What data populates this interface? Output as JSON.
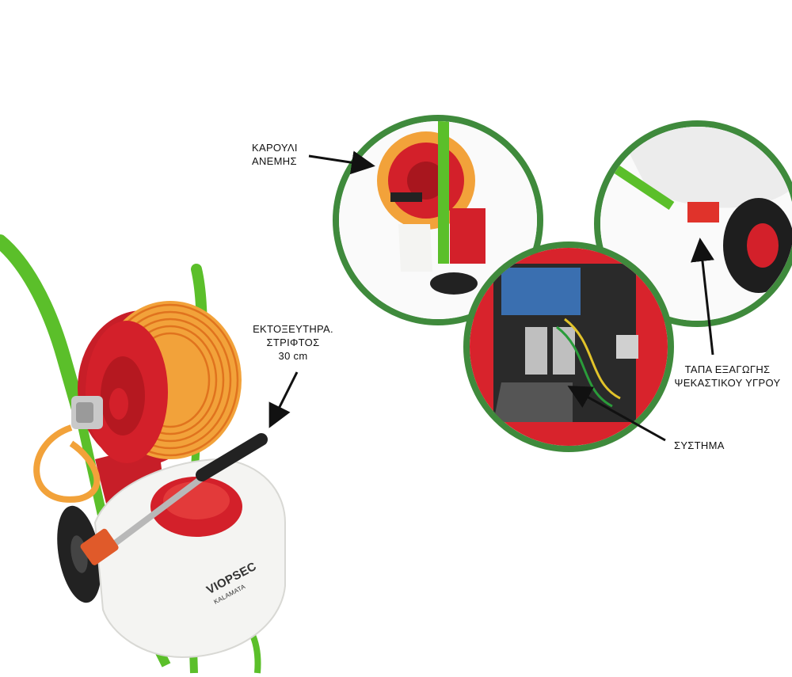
{
  "labels": {
    "reel_line1": "ΚΑΡΟΥΛΙ",
    "reel_line2": "ΑΝΕΜΗΣ",
    "lance_line1": "ΕΚΤΟΞΕΥΤΗΡΑ.",
    "lance_line2": "ΣΤΡΙΦΤΟΣ",
    "lance_line3": "30 cm",
    "drain_line1": "ΤΑΠΑ ΕΞΑΓΩΓΗΣ",
    "drain_line2": "ΨΕΚΑΣΤΙΚΟΥ ΥΓΡΟΥ",
    "system": "ΣΥΣΤΗΜΑ"
  },
  "brand": {
    "name": "VIOPSEC",
    "sub": "KALAMATA"
  },
  "colors": {
    "frame_green": "#5bbf2a",
    "reel_red": "#d3202a",
    "hose_orange": "#f2a23a",
    "circle_border": "#3f8a3c",
    "tank_white": "#f4f4f2"
  }
}
